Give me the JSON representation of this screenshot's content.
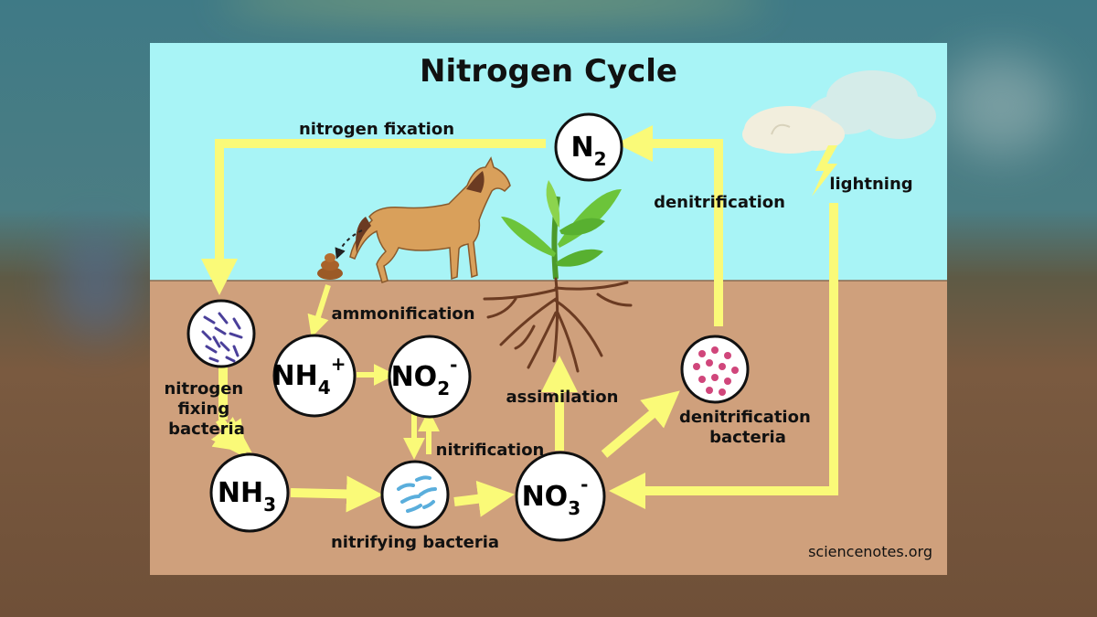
{
  "title": "Nitrogen Cycle",
  "credit": "sciencenotes.org",
  "nodes": {
    "n2": {
      "base": "N",
      "sub": "2",
      "sup": ""
    },
    "nh4": {
      "base": "NH",
      "sub": "4",
      "sup": "+"
    },
    "no2": {
      "base": "NO",
      "sub": "2",
      "sup": "-"
    },
    "nh3": {
      "base": "NH",
      "sub": "3",
      "sup": ""
    },
    "no3": {
      "base": "NO",
      "sub": "3",
      "sup": "-"
    }
  },
  "labels": {
    "nitrogen_fixation": "nitrogen fixation",
    "denitrification": "denitrification",
    "lightning": "lightning",
    "ammonification": "ammonification",
    "nitrogen_fixing_bacteria": [
      "nitrogen",
      "fixing",
      "bacteria"
    ],
    "assimilation": "assimilation",
    "nitrification": "nitrification",
    "denitrification_bacteria": [
      "denitrification",
      "bacteria"
    ],
    "nitrifying_bacteria": "nitrifying bacteria"
  },
  "colors": {
    "sky": "#a8f4f6",
    "soil": "#cfa07c",
    "arrow": "#fafa78",
    "node_fill": "#ffffff",
    "node_stroke": "#111111",
    "horse": "#d9a05b",
    "plant": "#6cc43a",
    "root": "#6b3b22",
    "fixing_bacteria": "#4a3f9a",
    "nitrifying_bacteria": "#5aaedc",
    "denit_bacteria": "#d0467b"
  }
}
